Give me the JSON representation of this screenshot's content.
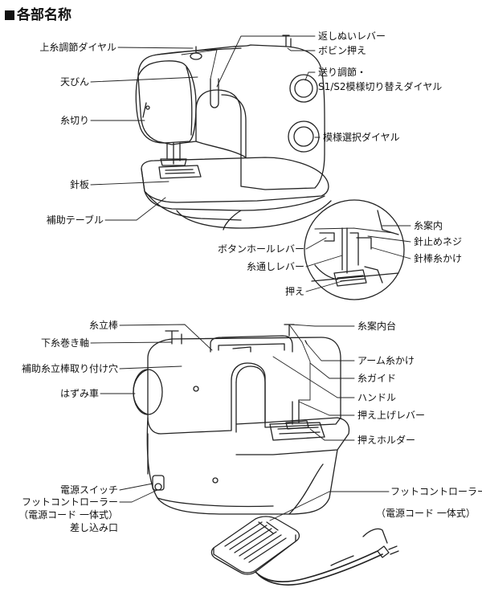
{
  "heading": "各部名称",
  "top_left_labels": [
    "上糸調節ダイヤル",
    "天びん",
    "糸切り",
    "針板",
    "補助テーブル"
  ],
  "top_right_labels": [
    "返しぬいレバー",
    "ボビン押え",
    "送り調節・",
    "S1/S2模様切り替えダイヤル",
    "模様選択ダイヤル"
  ],
  "inset_labels": {
    "thread_guide": "糸案内",
    "needle_screw": "針止めネジ",
    "needle_hook": "針棒糸かけ",
    "buttonhole_lever": "ボタンホールレバー",
    "threader_lever": "糸通しレバー",
    "presser_foot": "押え"
  },
  "bottom_left_labels": [
    "糸立棒",
    "下糸巻き軸",
    "補助糸立棒取り付け穴",
    "はずみ車",
    "電源スイッチ"
  ],
  "bottom_right_labels": [
    "糸案内台",
    "アーム糸かけ",
    "糸ガイド",
    "ハンドル",
    "押え上げレバー",
    "押えホルダー"
  ],
  "foot_controller_socket": [
    "フットコントローラー",
    "（電源コード 一体式）",
    "差し込み口"
  ],
  "foot_controller": [
    "フットコントローラー",
    "（電源コード 一体式）"
  ]
}
